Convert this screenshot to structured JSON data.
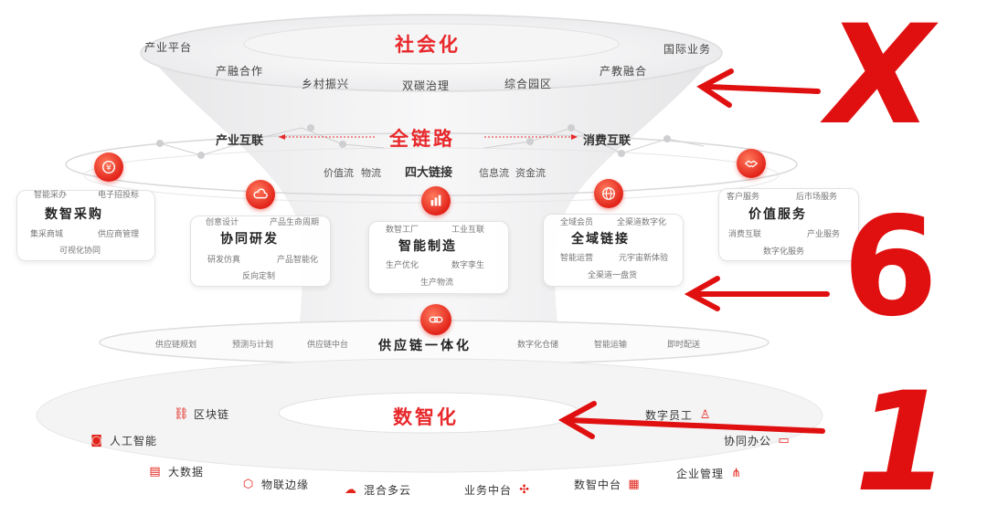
{
  "top": {
    "title": "社会化",
    "items": [
      "产业平台",
      "产融合作",
      "乡村振兴",
      "双碳治理",
      "综合园区",
      "产教融合",
      "国际业务"
    ]
  },
  "chain": {
    "title": "全链路",
    "left": "产业互联",
    "right": "消费互联",
    "center": "四大链接",
    "flows": [
      "价值流",
      "物流",
      "信息流",
      "资金流"
    ]
  },
  "cards": [
    {
      "title": "数智采购",
      "tags": [
        "智能采办",
        "电子招投标",
        "集采商城",
        "供应商管理",
        "可视化协同"
      ],
      "icon": "money-icon"
    },
    {
      "title": "协同研发",
      "tags": [
        "创意设计",
        "产品生命周期",
        "研发仿真",
        "产品智能化",
        "反向定制"
      ],
      "icon": "cloud-icon"
    },
    {
      "title": "智能制造",
      "tags": [
        "数智工厂",
        "工业互联",
        "生产优化",
        "数字孪生",
        "生产物流"
      ],
      "icon": "factory-icon"
    },
    {
      "title": "全域链接",
      "tags": [
        "全域会员",
        "全渠道数字化",
        "智能运营",
        "元宇宙新体验",
        "全渠道一盘货"
      ],
      "icon": "globe-icon"
    },
    {
      "title": "价值服务",
      "tags": [
        "客户服务",
        "后市场服务",
        "消费互联",
        "产业服务",
        "数字化服务"
      ],
      "icon": "handshake-icon"
    }
  ],
  "supply": {
    "title": "供应链一体化",
    "items": [
      "供应链规划",
      "预测与计划",
      "供应链中台",
      "数字化仓储",
      "智能运输",
      "即时配送"
    ]
  },
  "digital": {
    "title": "数智化",
    "items": [
      "区块链",
      "人工智能",
      "大数据",
      "物联边缘",
      "混合多云",
      "业务中台",
      "数智中台",
      "企业管理",
      "协同办公",
      "数字员工"
    ]
  },
  "annotations": {
    "x_mark": "X",
    "six": "6",
    "one": "1"
  },
  "colors": {
    "accent": "#e8282b",
    "annotation": "#e01010"
  }
}
